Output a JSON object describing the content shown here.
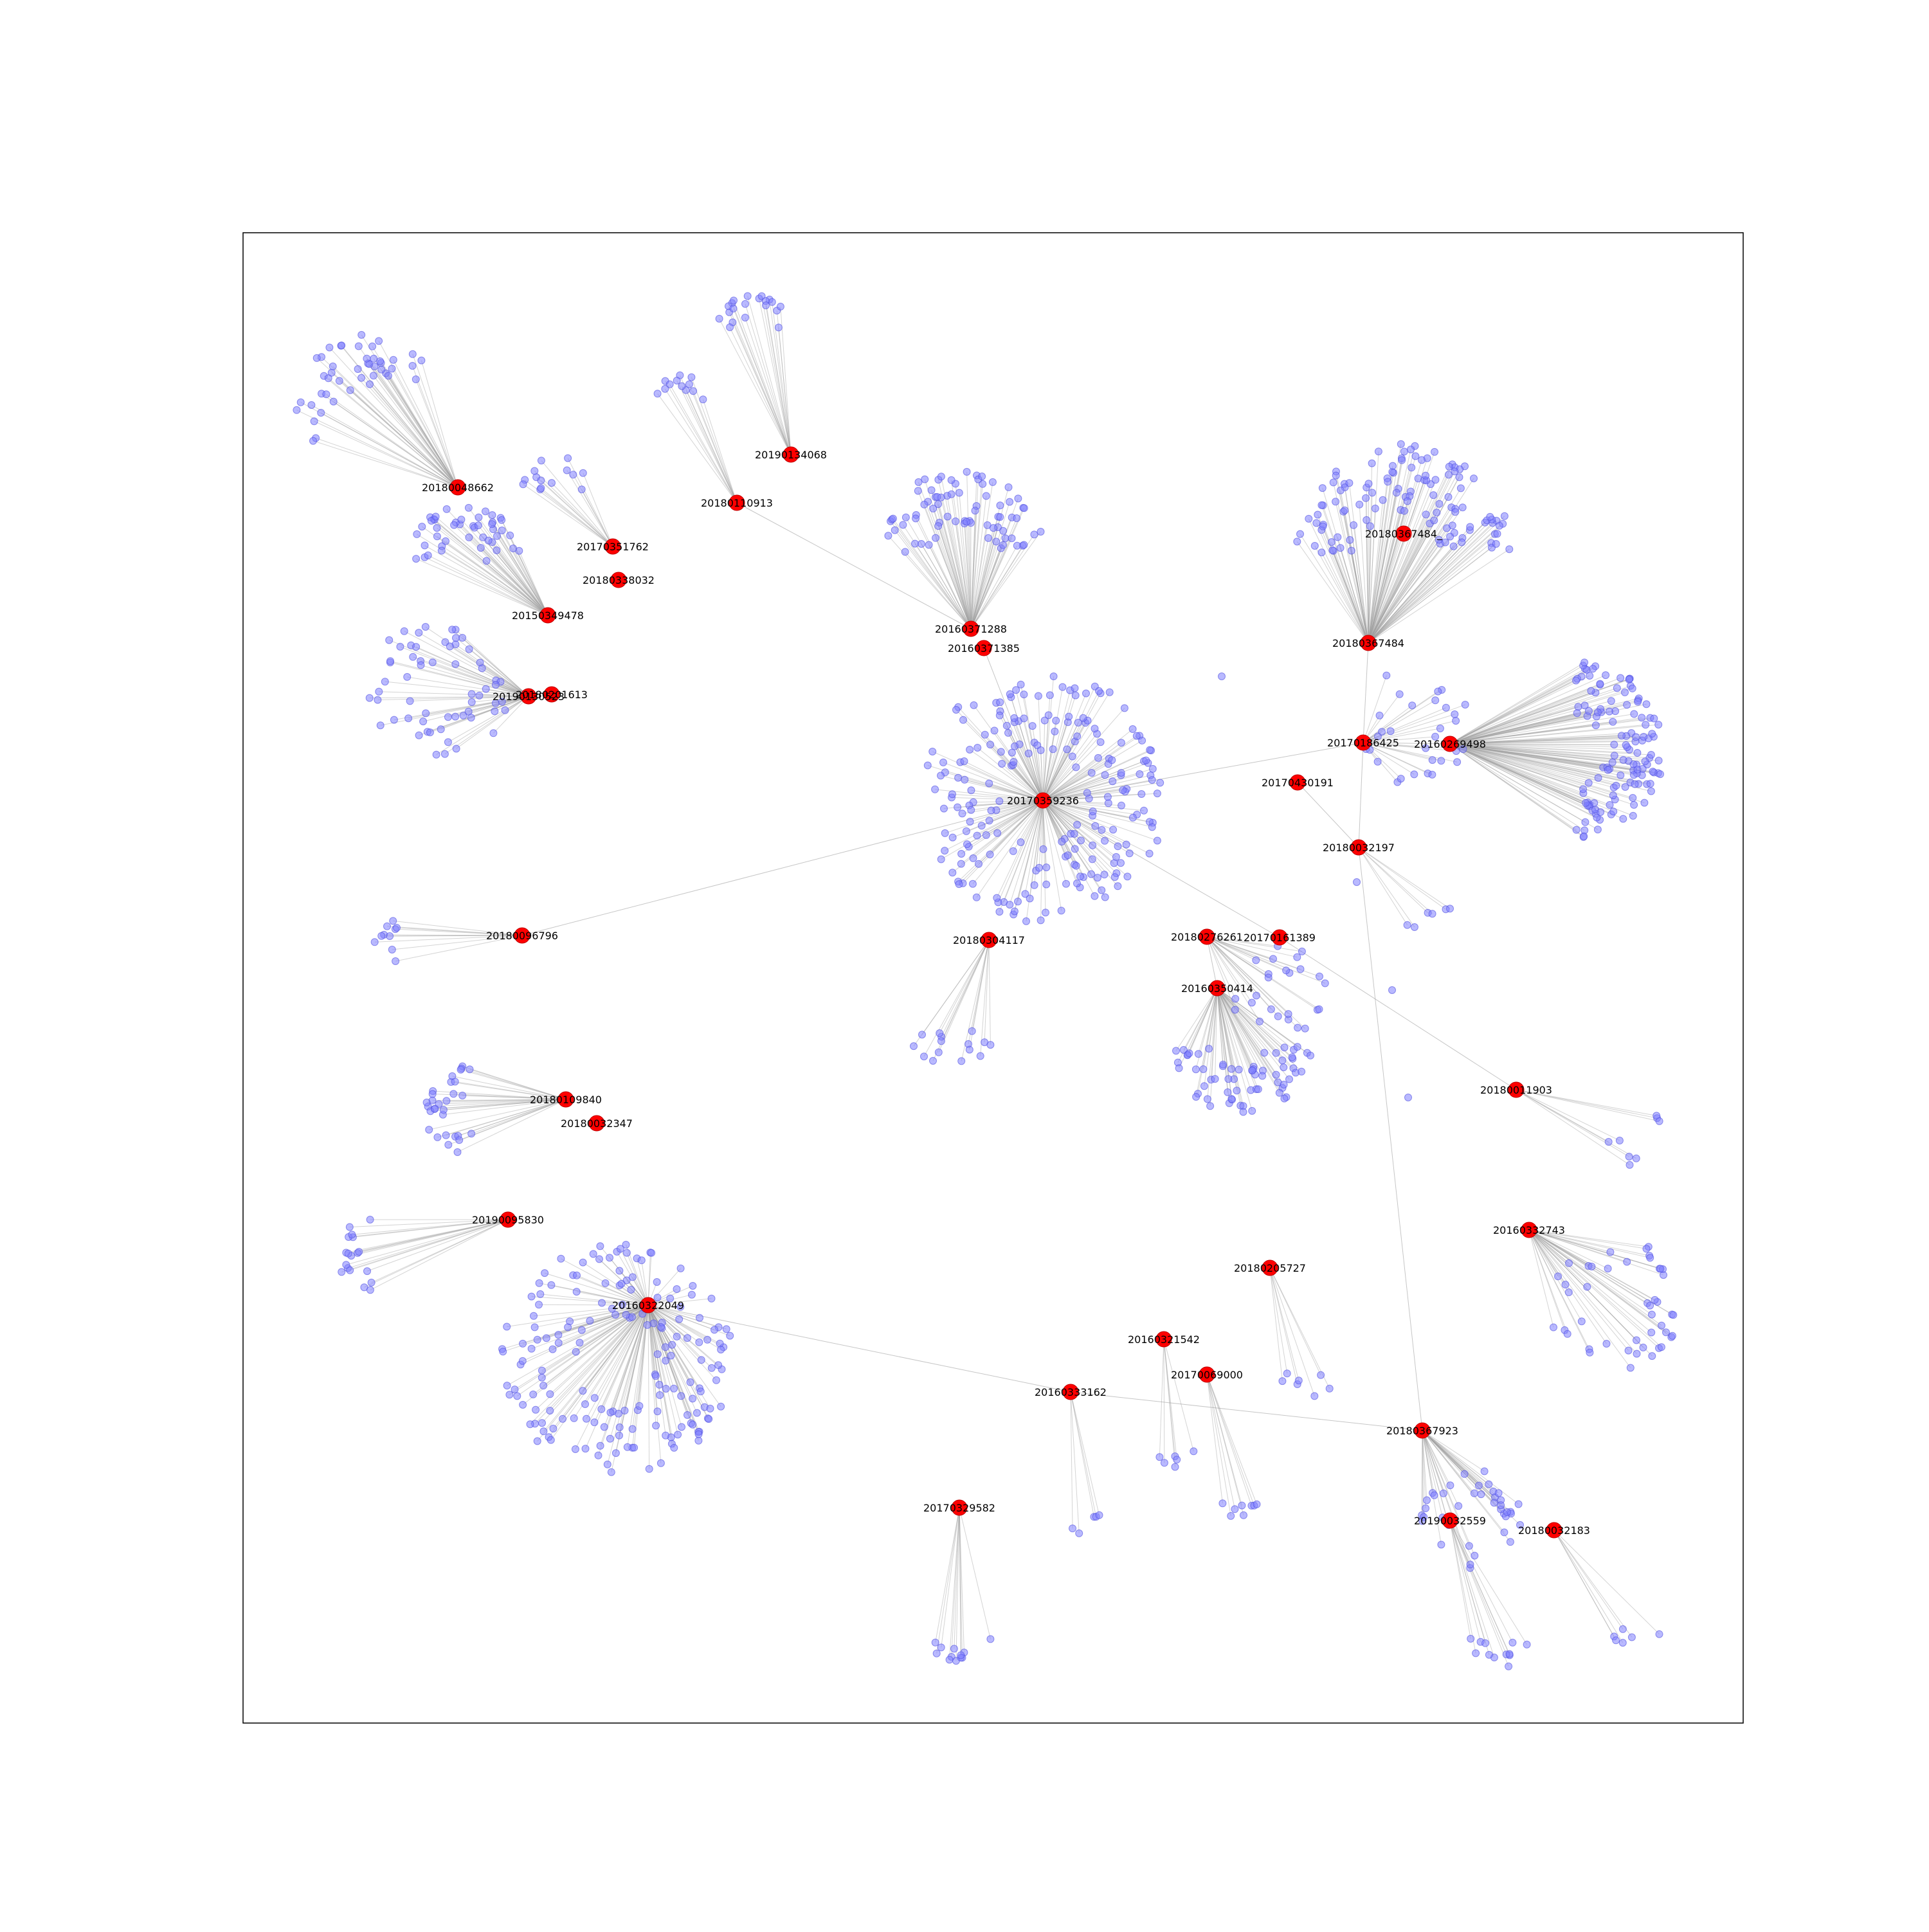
{
  "colors": {
    "hub": "#ff0000",
    "hub_stroke": "#c00000",
    "leaf": "#8080ff",
    "leaf_stroke": "#5050e0",
    "edge": "#a0a0a0",
    "frame": "#000000",
    "background": "#ffffff"
  },
  "graph": {
    "hubs": [
      {
        "id": "h01",
        "label": "20180048662"
      },
      {
        "id": "h02",
        "label": "20190134068"
      },
      {
        "id": "h03",
        "label": "20180110913"
      },
      {
        "id": "h04",
        "label": "20170351762"
      },
      {
        "id": "h05",
        "label": "20180338032"
      },
      {
        "id": "h06",
        "label": "20150349478"
      },
      {
        "id": "h07",
        "label": "20180201613"
      },
      {
        "id": "h08",
        "label": "20190130523"
      },
      {
        "id": "h09",
        "label": "20160371288"
      },
      {
        "id": "h10",
        "label": "20160371385"
      },
      {
        "id": "h11",
        "label": "20180367484_"
      },
      {
        "id": "h12",
        "label": "20180367484"
      },
      {
        "id": "h13",
        "label": "20170186425"
      },
      {
        "id": "h14",
        "label": "20160269498"
      },
      {
        "id": "h15",
        "label": "20170359236"
      },
      {
        "id": "h16",
        "label": "20170430191"
      },
      {
        "id": "h17",
        "label": "20180032197"
      },
      {
        "id": "h18",
        "label": "20180096796"
      },
      {
        "id": "h19",
        "label": "20180304117"
      },
      {
        "id": "h20",
        "label": "20180276261"
      },
      {
        "id": "h21",
        "label": "20170161389"
      },
      {
        "id": "h22",
        "label": "20160350414"
      },
      {
        "id": "h23",
        "label": "20180109840"
      },
      {
        "id": "h24",
        "label": "20180032347"
      },
      {
        "id": "h25",
        "label": "20180011903"
      },
      {
        "id": "h26",
        "label": "20190095830"
      },
      {
        "id": "h27",
        "label": "20160332743"
      },
      {
        "id": "h28",
        "label": "20160322049"
      },
      {
        "id": "h29",
        "label": "20180205727"
      },
      {
        "id": "h30",
        "label": "20160321542"
      },
      {
        "id": "h31",
        "label": "20170069000"
      },
      {
        "id": "h32",
        "label": "20160333162"
      },
      {
        "id": "h33",
        "label": "20180367923"
      },
      {
        "id": "h34",
        "label": "20190032559"
      },
      {
        "id": "h35",
        "label": "20180032183"
      },
      {
        "id": "h36",
        "label": "20170329582"
      }
    ],
    "hub_links": [
      [
        "h15",
        "h18"
      ],
      [
        "h15",
        "h13"
      ],
      [
        "h15",
        "h21"
      ],
      [
        "h15",
        "h10"
      ],
      [
        "h03",
        "h09"
      ],
      [
        "h13",
        "h14"
      ],
      [
        "h13",
        "h17"
      ],
      [
        "h16",
        "h17"
      ],
      [
        "h17",
        "h33"
      ],
      [
        "h28",
        "h32"
      ],
      [
        "h32",
        "h33"
      ],
      [
        "h21",
        "h25"
      ],
      [
        "h20",
        "h22"
      ],
      [
        "h12",
        "h13"
      ]
    ]
  }
}
